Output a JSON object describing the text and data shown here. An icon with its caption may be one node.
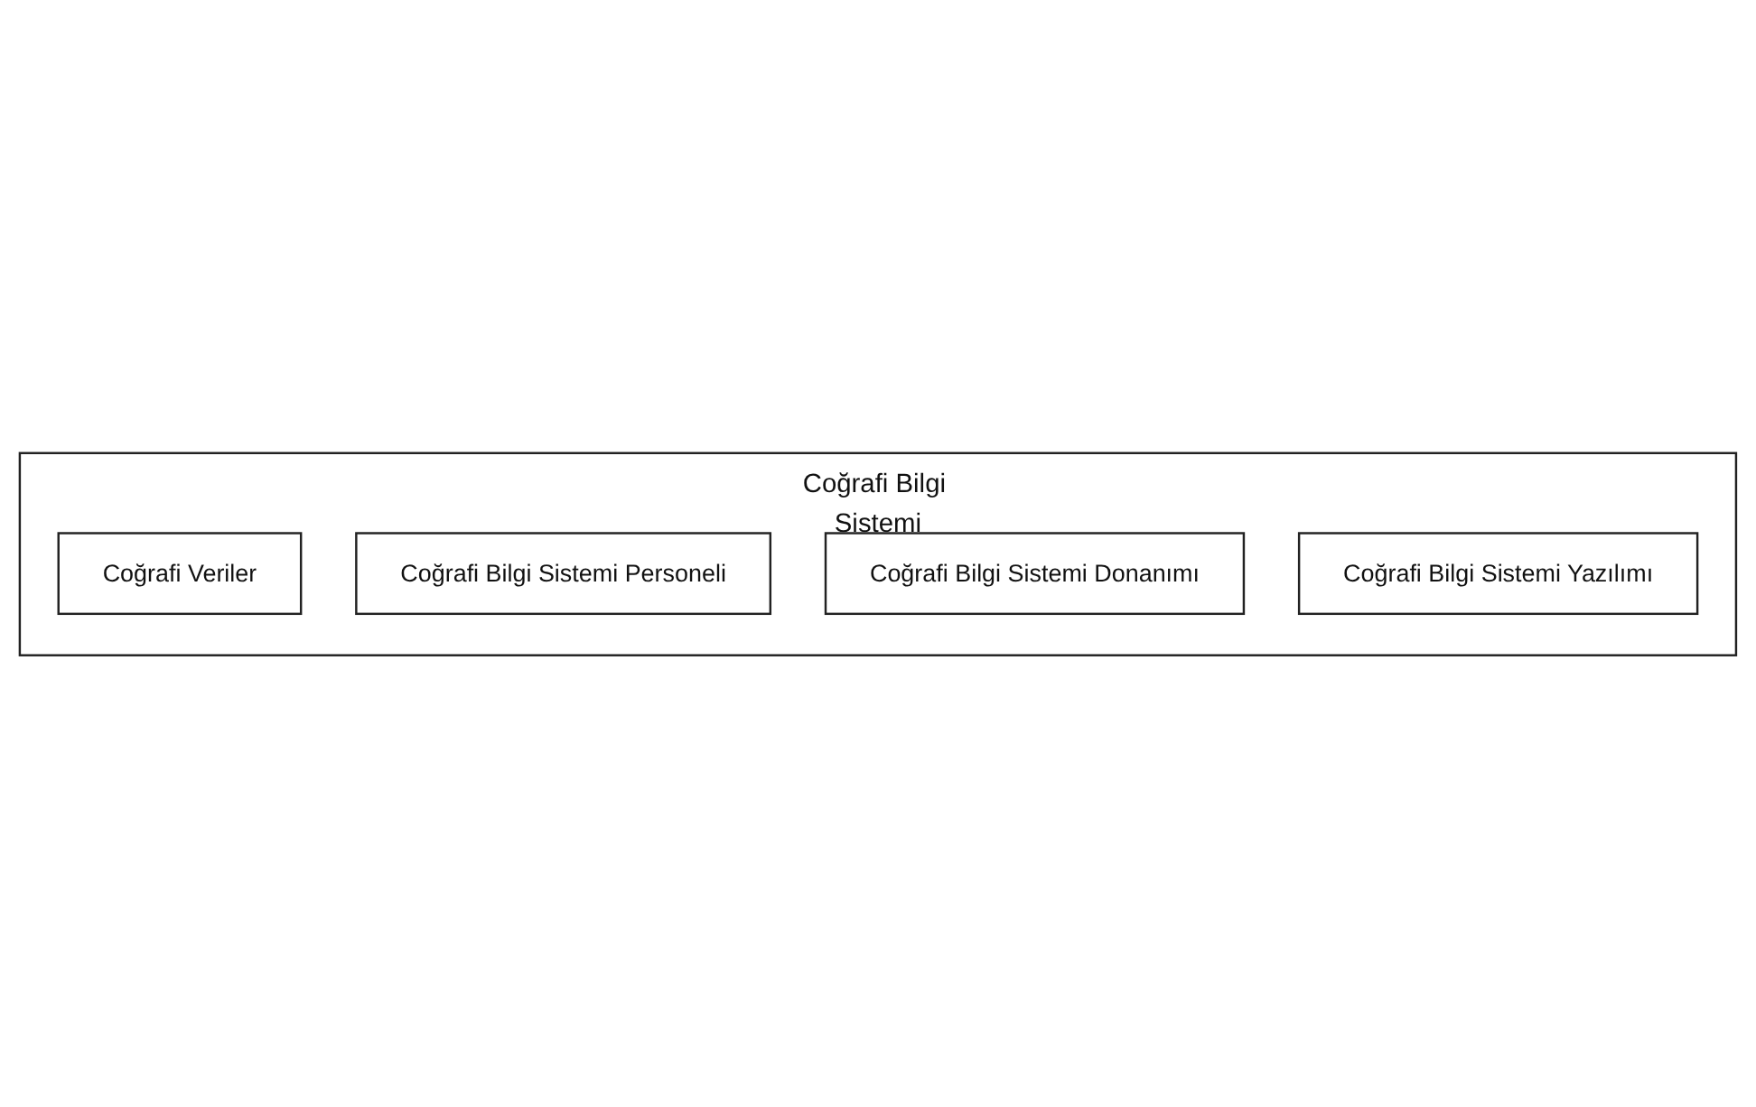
{
  "diagram": {
    "nodes": [
      {
        "text": [
          "Coğrafi Bilgi Sistemi"
        ]
      },
      {
        "text": [
          "Coğrafi Veriler"
        ],
        "in": 0
      },
      {
        "text": [
          "Coğrafi Bilgi Sistemi Personeli"
        ],
        "in": 0
      },
      {
        "text": [
          "Coğrafi Bilgi Sistemi Donanımı"
        ],
        "in": 0
      },
      {
        "text": [
          "Coğrafi Bilgi Sistemi Yazılımı"
        ],
        "in": 0
      }
    ]
  }
}
